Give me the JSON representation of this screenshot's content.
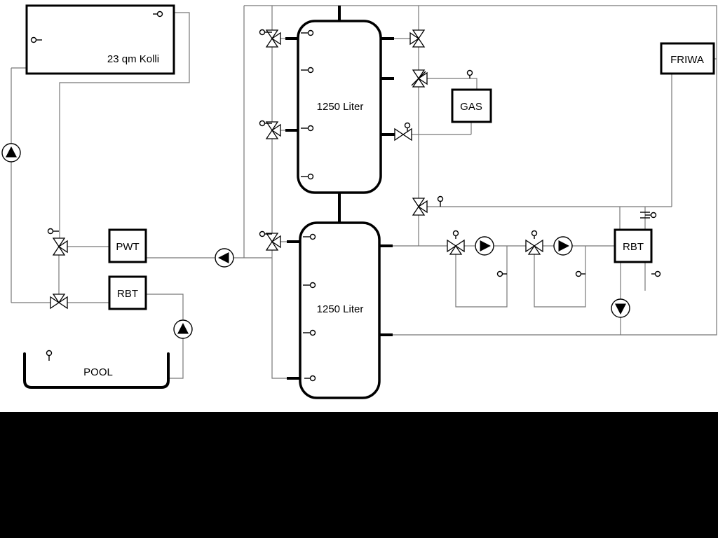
{
  "diagram": {
    "labels": {
      "collector": "23 qm Kolli",
      "tank1": "1250 Liter",
      "tank2": "1250 Liter",
      "gas": "GAS",
      "friwa": "FRIWA",
      "pwt": "PWT",
      "rbt_left": "RBT",
      "rbt_right": "RBT",
      "pool": "POOL"
    },
    "symbols": {
      "pump": "circle with solid triangle showing flow direction",
      "valve": "bowtie of hollow triangles (3rd triangle = 3-way branch)",
      "sensor": "small open circle with short stem"
    },
    "colors": {
      "background": "#ffffff",
      "pipe_line": "#777777",
      "ink": "#000000",
      "letterbox": "#000000"
    }
  }
}
